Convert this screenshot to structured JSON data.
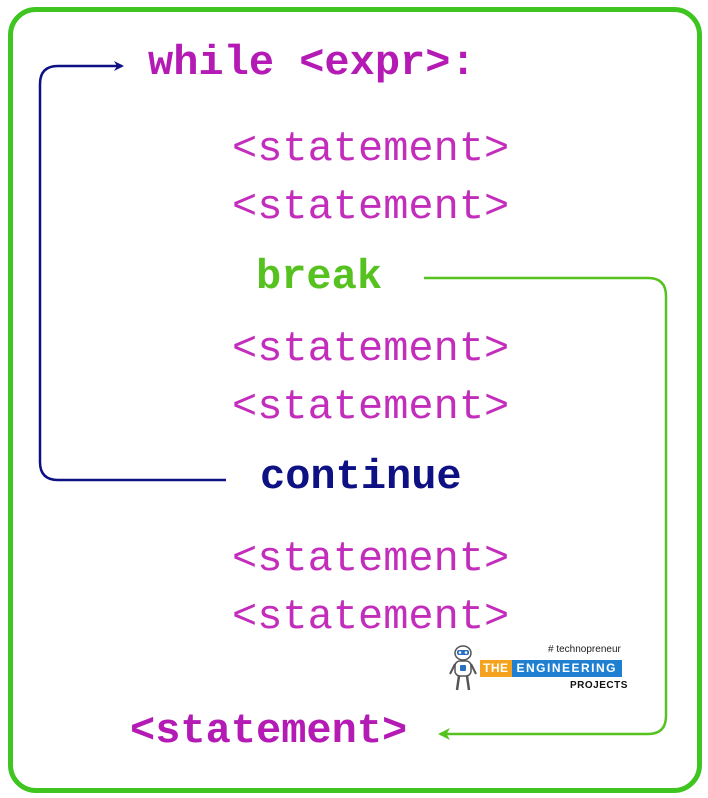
{
  "colors": {
    "frame": "#3ec51f",
    "keyword_while": "#b41bb4",
    "statement": "#c32dbb",
    "break": "#56c21f",
    "continue": "#0d1183",
    "continue_arrow": "#0d1183",
    "break_arrow": "#56c21f"
  },
  "code": {
    "while_line": "while <expr>:",
    "statements_block_1": [
      "<statement>",
      "<statement>"
    ],
    "break_keyword": "break",
    "statements_block_2": [
      "<statement>",
      "<statement>"
    ],
    "continue_keyword": "continue",
    "statements_block_3": [
      "<statement>",
      "<statement>"
    ],
    "after_loop_statement": "<statement>"
  },
  "logo": {
    "tagline": "# technopreneur",
    "the": "THE",
    "engineering": "ENGINEERING",
    "projects": "PROJECTS",
    "icon": "robot-icon"
  }
}
